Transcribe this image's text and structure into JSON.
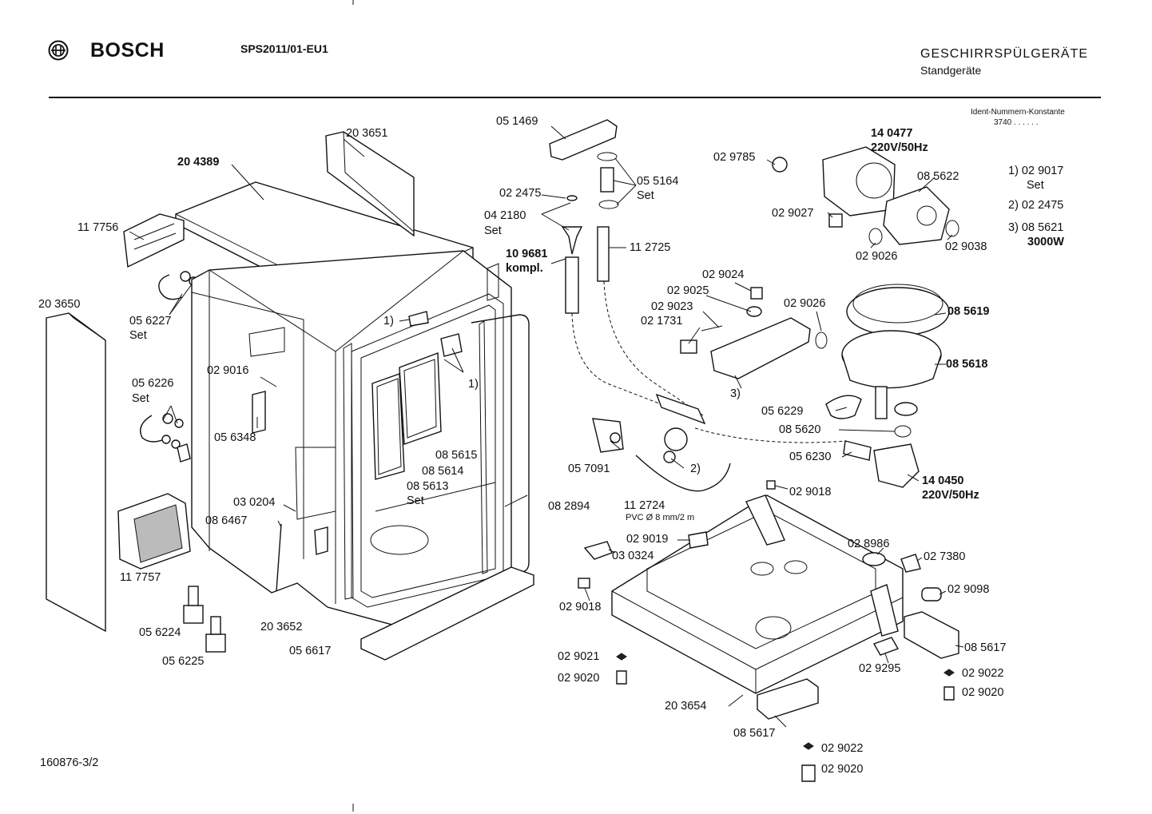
{
  "header": {
    "brand": "BOSCH",
    "model": "SPS2011/01-EU1",
    "category": "GESCHIRRSPÜLGERÄTE",
    "subcategory": "Standgeräte",
    "ident_label": "Ident-Nummern-Konstante",
    "ident_value": "3740  . .   . . . ."
  },
  "footer": {
    "drawing_id": "160876-3/2"
  },
  "notes": {
    "n1a": "1) 02 9017",
    "n1b": "Set",
    "n2": "2) 02 2475",
    "n3a": "3)  08 5621",
    "n3b": "3000W"
  },
  "labels": {
    "l_203651": "20 3651",
    "l_204389": "20 4389",
    "l_117756": "11 7756",
    "l_203650": "20 3650",
    "l_056227": "05 6227",
    "l_set1": "Set",
    "l_029016": "02 9016",
    "l_056226": "05 6226",
    "l_set2": "Set",
    "l_056348": "05 6348",
    "l_030204": "03 0204",
    "l_086467": "08 6467",
    "l_117757": "11 7757",
    "l_056224": "05 6224",
    "l_056225": "05 6225",
    "l_203652": "20 3652",
    "l_056617": "05 6617",
    "l_051469": "05 1469",
    "l_022475": "02 2475",
    "l_042180": "04 2180",
    "l_set3": "Set",
    "l_055164": "05 5164",
    "l_set4": "Set",
    "l_109681": "10 9681",
    "l_kompl": "kompl.",
    "l_112725": "11 2725",
    "l_1paren_a": "1)",
    "l_1paren_b": "1)",
    "l_085615": "08 5615",
    "l_085614": "08 5614",
    "l_085613": "08 5613",
    "l_set5": "Set",
    "l_082894": "08 2894",
    "l_057091": "05 7091",
    "l_2paren": "2)",
    "l_112724": "11 2724",
    "l_pvc": "PVC  Ø 8 mm/2 m",
    "l_140477": "14 0477",
    "l_220v_a": "220V/50Hz",
    "l_029785": "02 9785",
    "l_085622": "08 5622",
    "l_029027": "02 9027",
    "l_029026a": "02 9026",
    "l_029038": "02 9038",
    "l_029024": "02 9024",
    "l_029025": "02 9025",
    "l_029023": "02 9023",
    "l_021731": "02 1731",
    "l_029026b": "02 9026",
    "l_085619": "08 5619",
    "l_085618": "08 5618",
    "l_3paren": "3)",
    "l_056229": "05 6229",
    "l_085620": "08 5620",
    "l_056230": "05 6230",
    "l_140450": "14 0450",
    "l_220v_b": "220V/50Hz",
    "l_029018a": "02 9018",
    "l_029019": "02 9019",
    "l_030324": "03 0324",
    "l_028986": "02 8986",
    "l_027380": "02 7380",
    "l_029098": "02 9098",
    "l_029018b": "02 9018",
    "l_085617a": "08 5617",
    "l_029021": "02 9021",
    "l_029020a": "02 9020",
    "l_029295": "02 9295",
    "l_029022a": "02 9022",
    "l_029020b": "02 9020",
    "l_203654": "20 3654",
    "l_085617b": "08 5617",
    "l_029022b": "02 9022",
    "l_029020c": "02 9020"
  }
}
